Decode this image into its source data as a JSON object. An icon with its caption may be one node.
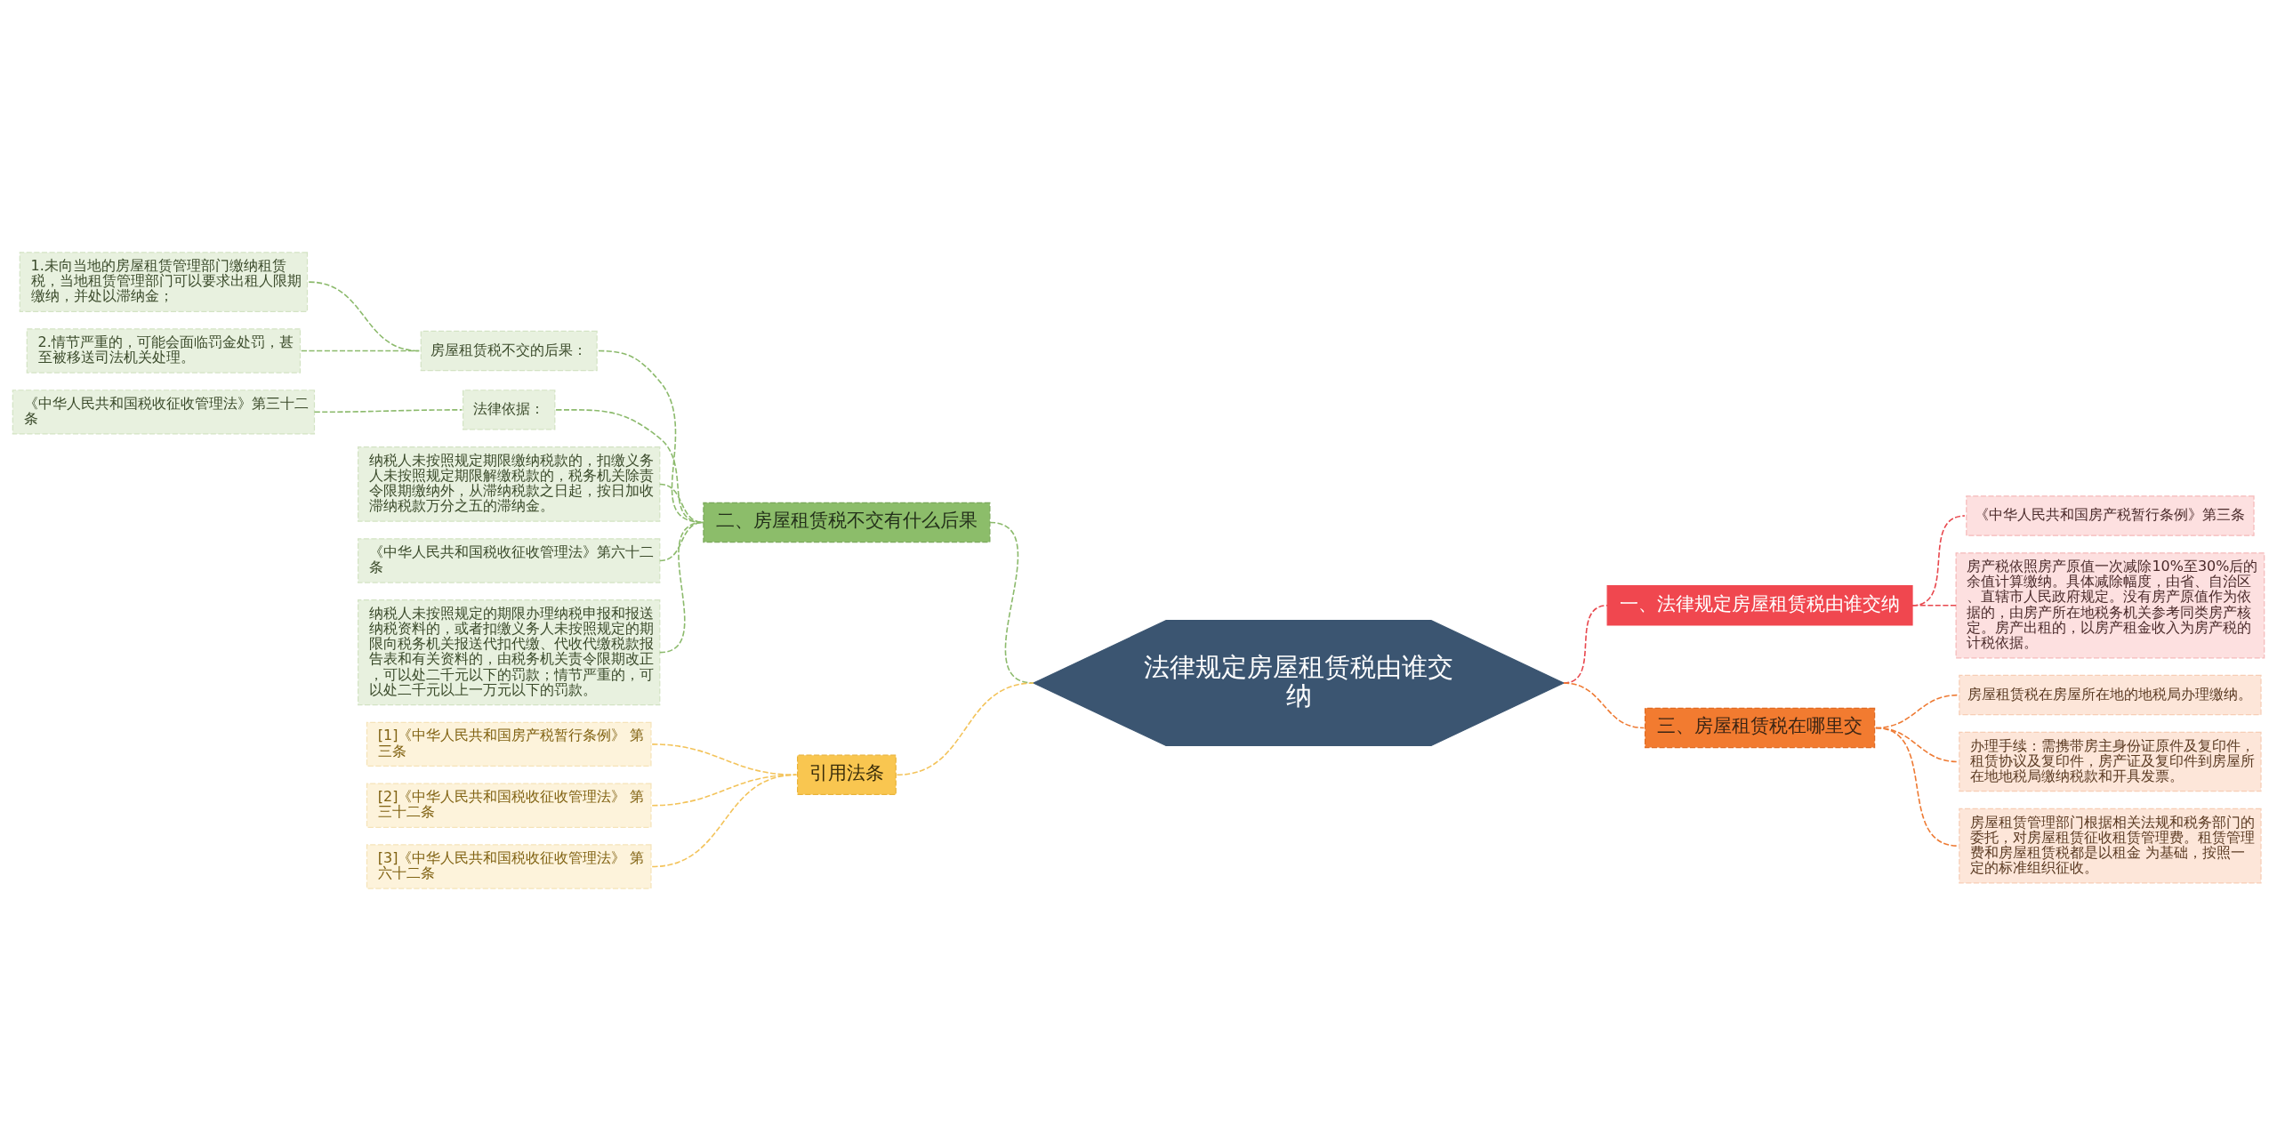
{
  "diagram": {
    "nodes": [
      {
        "text": [
          "法律规定房屋租赁税由谁交纳"
        ]
      },
      {
        "text": [
          "一、法律规定房屋租赁税由谁交纳"
        ]
      },
      {
        "text": [
          "《中华人民共和国房产税暂行条例》第三条"
        ]
      },
      {
        "text": [
          "房产税依照房产原值一次减除10%至30%后的余值计算缴纳。具体减除幅度，由省、自治区、直辖市人民政府规定。没有房产原值作为依据的，由房产所在地税务机关参考同类房产核定。房产出租的，以房产租金收入为房产税的计税依据。"
        ]
      },
      {
        "text": [
          "二、房屋租赁税不交有什么后果"
        ]
      },
      {
        "text": [
          "房屋租赁税不交的后果："
        ]
      },
      {
        "text": [
          "1.未向当地的房屋租赁管理部门缴纳租赁税，当地租赁管理部门可以要求出租人限期缴纳，并处以滞纳金；"
        ]
      },
      {
        "text": [
          "2.情节严重的，可能会面临罚金处罚，甚至被移送司法机关处理。"
        ]
      },
      {
        "text": [
          "法律依据："
        ]
      },
      {
        "text": [
          "《中华人民共和国税收征收管理法》第三十二条"
        ]
      },
      {
        "text": [
          "纳税人未按照规定期限缴纳税款的，扣缴义务人未按照规定期限解缴税款的，税务机关除责令限期缴纳外，从滞纳税款之日起，按日加收滞纳税款万分之五的滞纳金。"
        ]
      },
      {
        "text": [
          "《中华人民共和国税收征收管理法》第六十二条"
        ]
      },
      {
        "text": [
          "纳税人未按照规定的期限办理纳税申报和报送纳税资料的，或者扣缴义务人未按照规定的期限向税务机关报送代扣代缴、代收代缴税款报告表和有关资料的，由税务机关责令限期改正，可以处二千元以下的罚款；情节严重的，可以处二千元以上一万元以下的罚款。"
        ]
      },
      {
        "text": [
          "三、房屋租赁税在哪里交"
        ]
      },
      {
        "text": [
          "房屋租赁税在房屋所在地的地税局办理缴纳。"
        ]
      },
      {
        "text": [
          "办理手续：需携带房主身份证原件及复印件，租赁协议及复印件，房产证及复印件到房屋所在地地税局缴纳税款和开具发票。"
        ]
      },
      {
        "text": [
          "房屋租赁管理部门根据相关法规和税务部门的委托，对房屋租赁征收租赁管理费。租赁管理费和房屋租赁税都是以租金 为基础，按照一定的标准组织征收。"
        ]
      },
      {
        "text": [
          "引用法条"
        ]
      },
      {
        "text": [
          "[1]《中华人民共和国房产税暂行条例》 第三条"
        ]
      },
      {
        "text": [
          "[2]《中华人民共和国税收征收管理法》 第三十二条"
        ]
      },
      {
        "text": [
          "[3]《中华人民共和国税收征收管理法》 第六十二条"
        ]
      }
    ],
    "edges": [
      {
        "from": 0,
        "to": 1,
        "arrow": "none",
        "style": "dashed",
        "color": "#e8474d"
      },
      {
        "from": 1,
        "to": 2,
        "arrow": "none",
        "style": "dashed",
        "color": "#e8474d"
      },
      {
        "from": 1,
        "to": 3,
        "arrow": "none",
        "style": "dashed",
        "color": "#e8474d"
      },
      {
        "from": 0,
        "to": 4,
        "arrow": "none",
        "style": "dashed"
      },
      {
        "from": 4,
        "to": 5,
        "arrow": "none",
        "style": "dashed"
      },
      {
        "from": 5,
        "to": 6,
        "arrow": "none",
        "style": "dashed"
      },
      {
        "from": 5,
        "to": 7,
        "arrow": "none",
        "style": "dashed"
      },
      {
        "from": 4,
        "to": 8,
        "arrow": "none",
        "style": "dashed"
      },
      {
        "from": 8,
        "to": 9,
        "arrow": "none",
        "style": "dashed"
      },
      {
        "from": 4,
        "to": 10,
        "arrow": "none",
        "style": "dashed"
      },
      {
        "from": 4,
        "to": 11,
        "arrow": "none",
        "style": "dashed"
      },
      {
        "from": 4,
        "to": 12,
        "arrow": "none",
        "style": "dashed"
      },
      {
        "from": 0,
        "to": 13,
        "arrow": "none",
        "style": "dashed",
        "color": "#ee7a33"
      },
      {
        "from": 13,
        "to": 14,
        "arrow": "none",
        "style": "dashed",
        "color": "#ee7a33"
      },
      {
        "from": 13,
        "to": 15,
        "arrow": "none",
        "style": "dashed",
        "color": "#ee7a33"
      },
      {
        "from": 13,
        "to": 16,
        "arrow": "none",
        "style": "dashed",
        "color": "#ee7a33"
      },
      {
        "from": 0,
        "to": 17,
        "arrow": "none",
        "style": "dashed",
        "color": "#f3c35a"
      },
      {
        "from": 17,
        "to": 18,
        "arrow": "none",
        "style": "dashed",
        "color": "#f3c35a"
      },
      {
        "from": 17,
        "to": 19,
        "arrow": "none",
        "style": "dashed",
        "color": "#f3c35a"
      },
      {
        "from": 17,
        "to": 20,
        "arrow": "none",
        "style": "dashed",
        "color": "#f3c35a"
      }
    ]
  }
}
